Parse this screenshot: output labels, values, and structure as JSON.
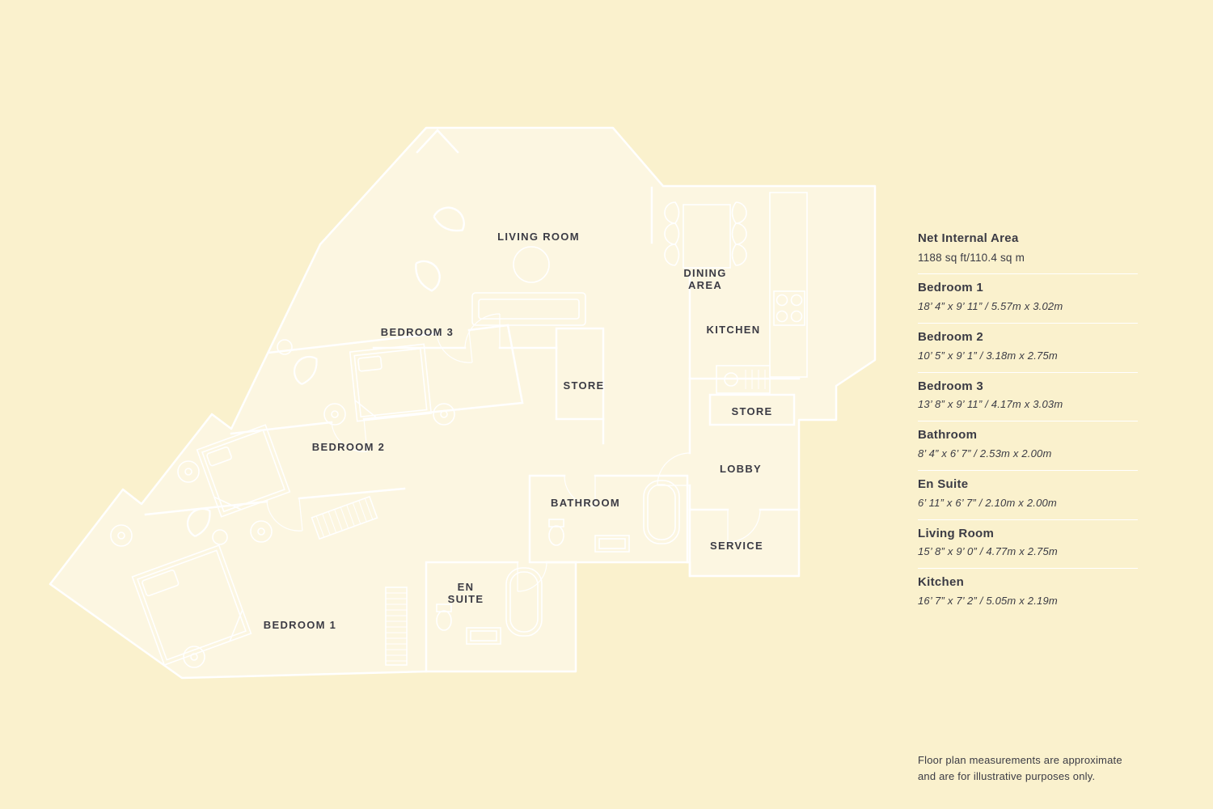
{
  "colors": {
    "background": "#FAF1CD",
    "plan_line": "#FFFFFF",
    "plan_fill": "rgba(255,255,255,0.4)",
    "text": "#3B3B44"
  },
  "plan": {
    "labels": {
      "living_room": "LIVING ROOM",
      "dining_line1": "DINING",
      "dining_line2": "AREA",
      "kitchen": "KITCHEN",
      "bedroom3": "BEDROOM 3",
      "store_center": "STORE",
      "store_right": "STORE",
      "lobby": "LOBBY",
      "bedroom2": "BEDROOM 2",
      "bathroom": "BATHROOM",
      "service": "SERVICE",
      "ensuite_line1": "EN",
      "ensuite_line2": "SUITE",
      "bedroom1": "BEDROOM 1"
    }
  },
  "legend": {
    "net_area": {
      "title": "Net Internal Area",
      "value": "1188 sq ft/110.4 sq m"
    },
    "rooms": [
      {
        "name": "Bedroom 1",
        "dims": "18’ 4” x 9’ 11” / 5.57m x 3.02m"
      },
      {
        "name": "Bedroom 2",
        "dims": "10’ 5” x 9’ 1” / 3.18m x 2.75m"
      },
      {
        "name": "Bedroom 3",
        "dims": "13’ 8” x 9’ 11” / 4.17m x 3.03m"
      },
      {
        "name": "Bathroom",
        "dims": "8’ 4” x 6’ 7” / 2.53m x 2.00m"
      },
      {
        "name": "En Suite",
        "dims": "6’ 11” x 6’ 7” / 2.10m x 2.00m"
      },
      {
        "name": "Living Room",
        "dims": "15’ 8” x 9’ 0” / 4.77m x 2.75m"
      },
      {
        "name": "Kitchen",
        "dims": "16’ 7” x 7’ 2” / 5.05m x 2.19m"
      }
    ],
    "disclaimer_line1": "Floor plan measurements are approximate",
    "disclaimer_line2": "and are for illustrative purposes only."
  }
}
